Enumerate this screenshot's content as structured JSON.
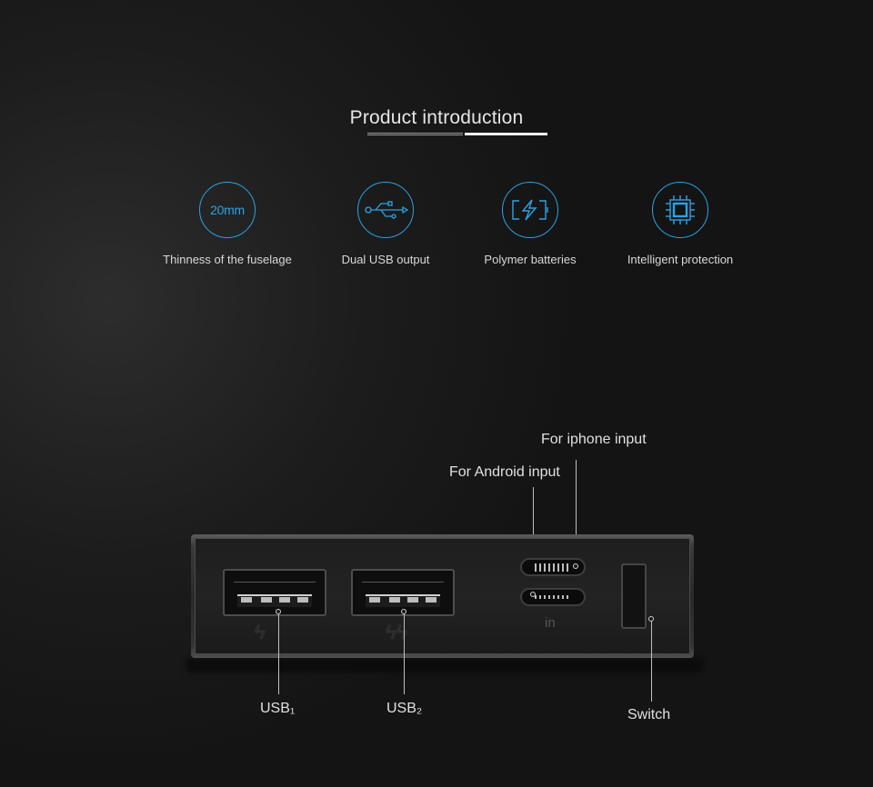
{
  "header": {
    "title": "Product introduction"
  },
  "features": [
    {
      "icon_text": "20mm",
      "label": "Thinness of the fuselage"
    },
    {
      "icon": "usb-icon",
      "label": "Dual USB output"
    },
    {
      "icon": "battery-icon",
      "label": "Polymer batteries"
    },
    {
      "icon": "chip-icon",
      "label": "Intelligent protection"
    }
  ],
  "device": {
    "port_text": "in",
    "callouts": {
      "iphone": "For iphone input",
      "android": "For Android input",
      "usb1": "USB₁",
      "usb2": "USB₂",
      "switch": "Switch"
    }
  },
  "colors": {
    "accent": "#2aa3e6",
    "background": "#1c1c1c",
    "text": "#e0e0e0"
  }
}
